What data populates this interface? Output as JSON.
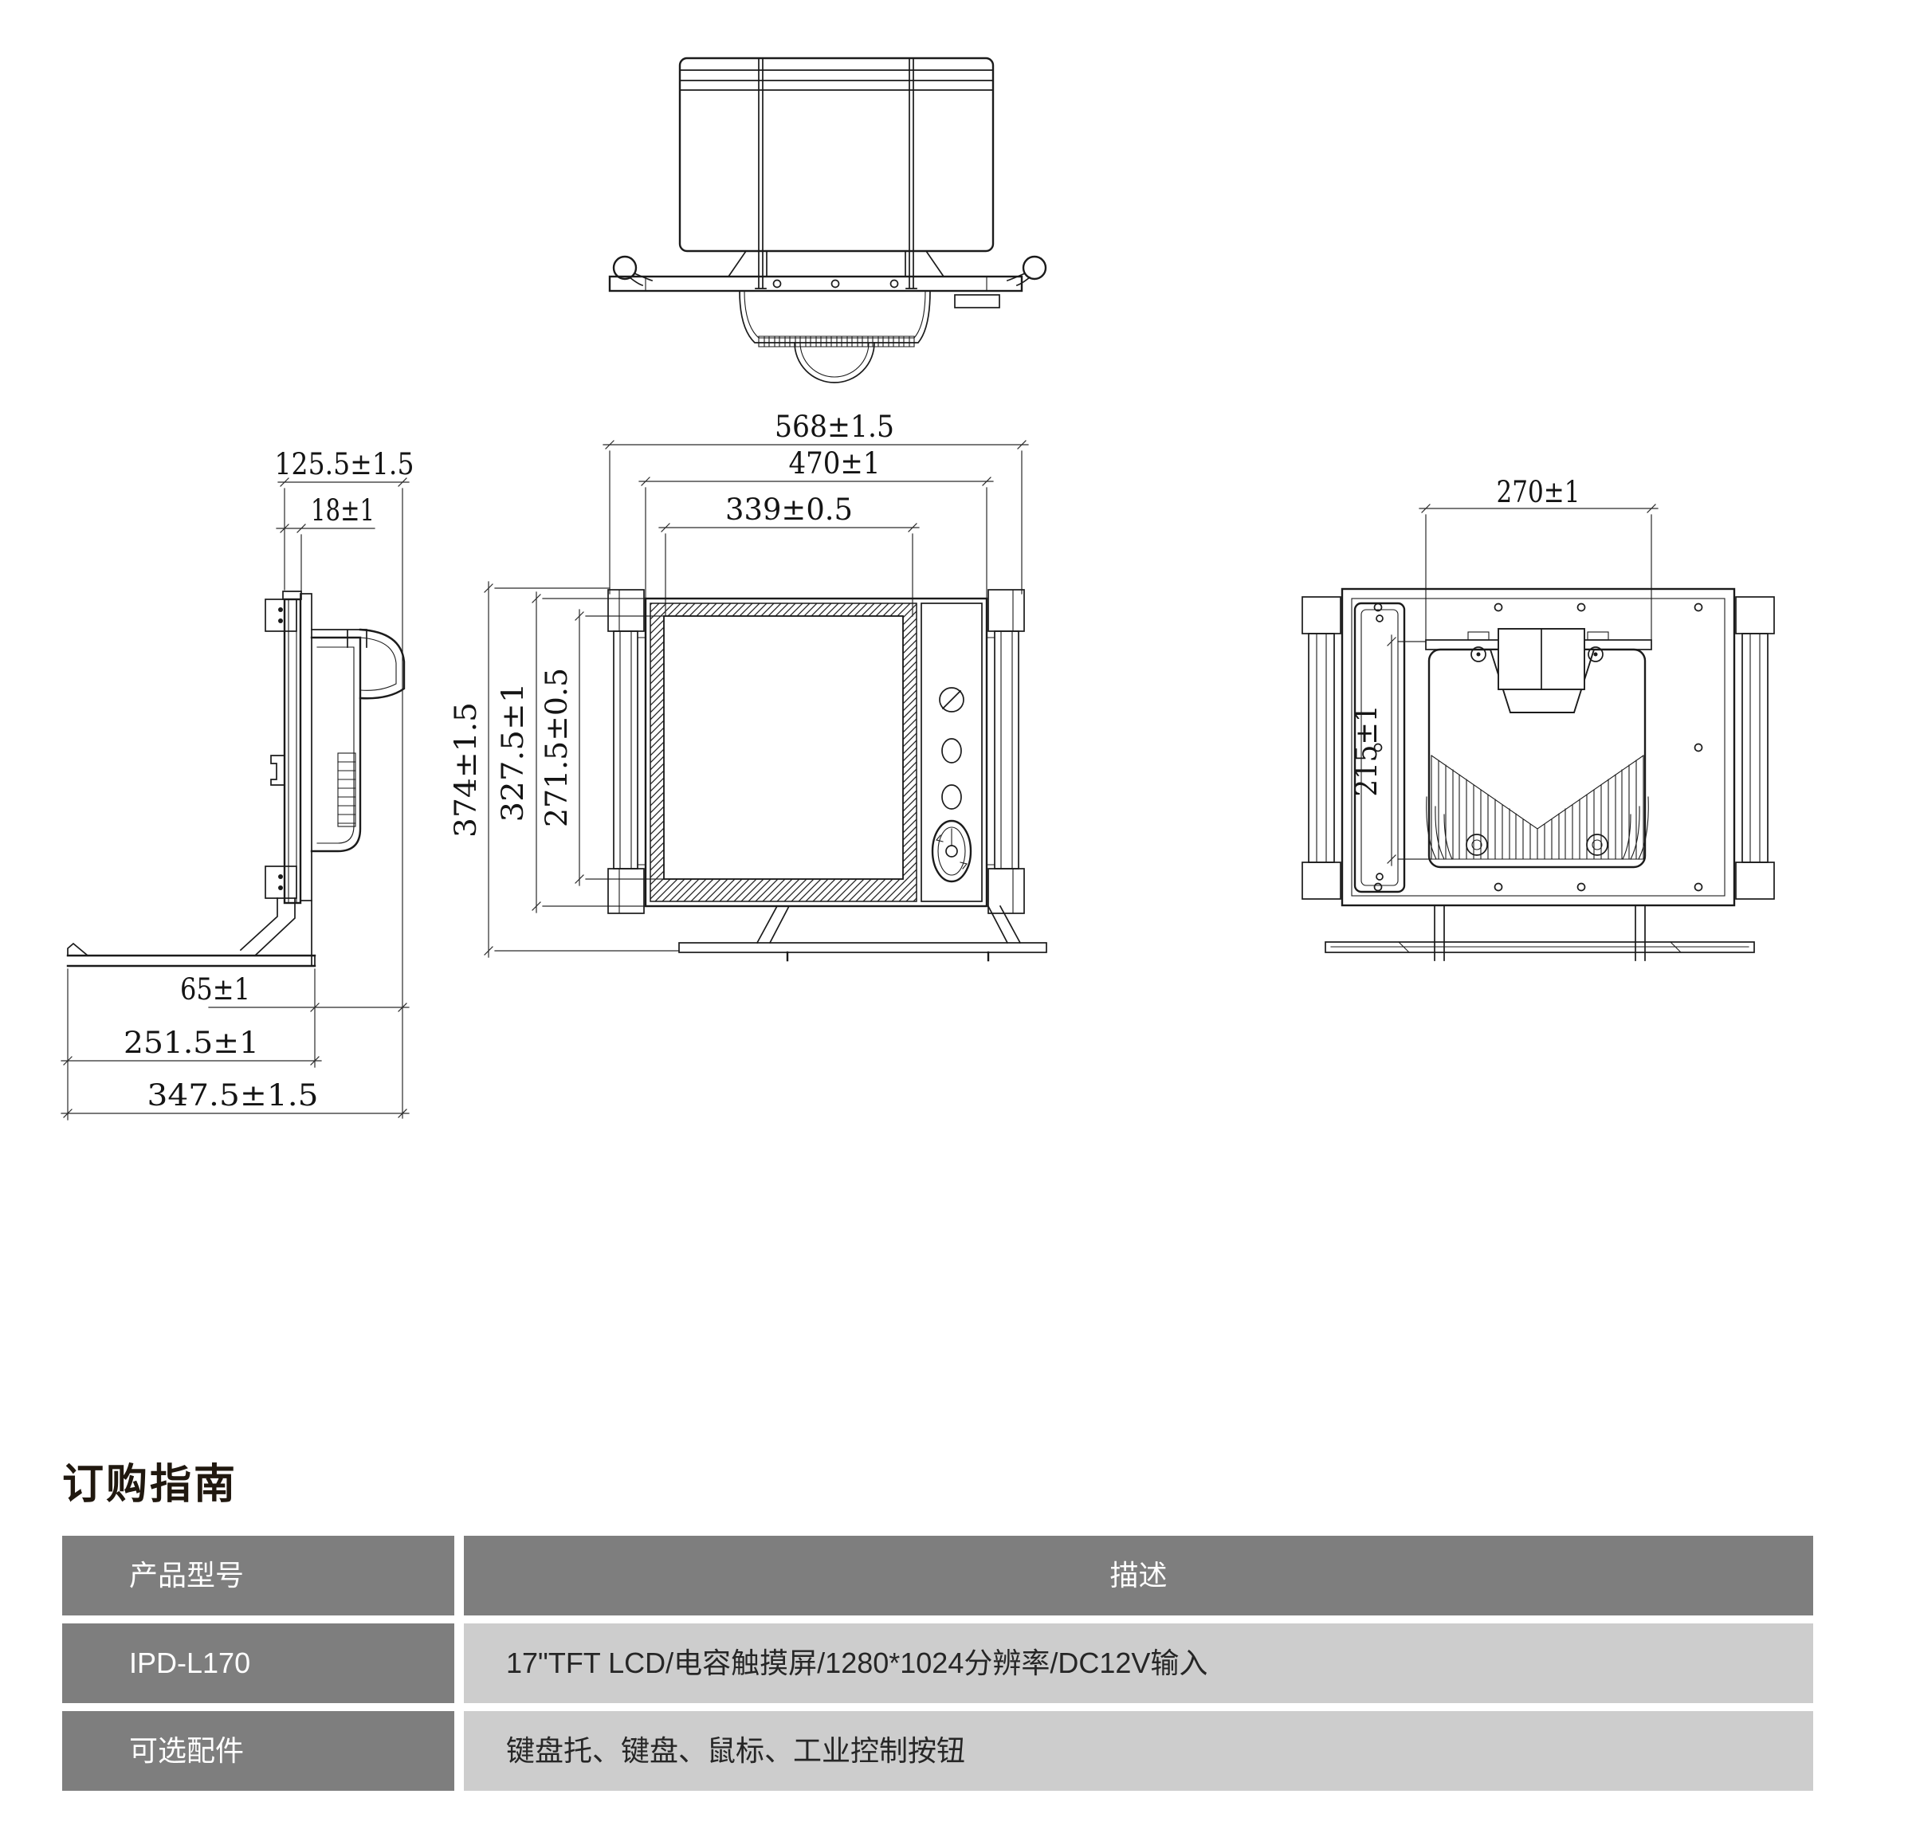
{
  "drawing": {
    "line_color": "#1b1b1b",
    "front": {
      "dims_width": [
        "568±1.5",
        "470±1",
        "339±0.5"
      ],
      "dims_height": [
        "374±1.5",
        "327.5±1",
        "271.5±0.5"
      ]
    },
    "side": {
      "dims_depth": [
        "125.5±1.5",
        "18±1"
      ],
      "dims_bottom": [
        "65±1",
        "251.5±1",
        "347.5±1.5"
      ]
    },
    "rear": {
      "dim_width": "270±1",
      "dim_height": "215±1"
    }
  },
  "order_guide": {
    "title": "订购指南",
    "columns": {
      "model": "产品型号",
      "description": "描述"
    },
    "rows": [
      {
        "model": "IPD-L170",
        "description": "17\"TFT LCD/电容触摸屏/1280*1024分辨率/DC12V输入"
      },
      {
        "model": "可选配件",
        "description": "键盘托、键盘、鼠标、工业控制按钮"
      }
    ],
    "colors": {
      "header_bg": "#7e7e7e",
      "header_text": "#ffffff",
      "label_bg": "#7e7e7e",
      "label_text": "#ffffff",
      "value_bg": "#cdcdcd",
      "value_text": "#262626"
    }
  }
}
